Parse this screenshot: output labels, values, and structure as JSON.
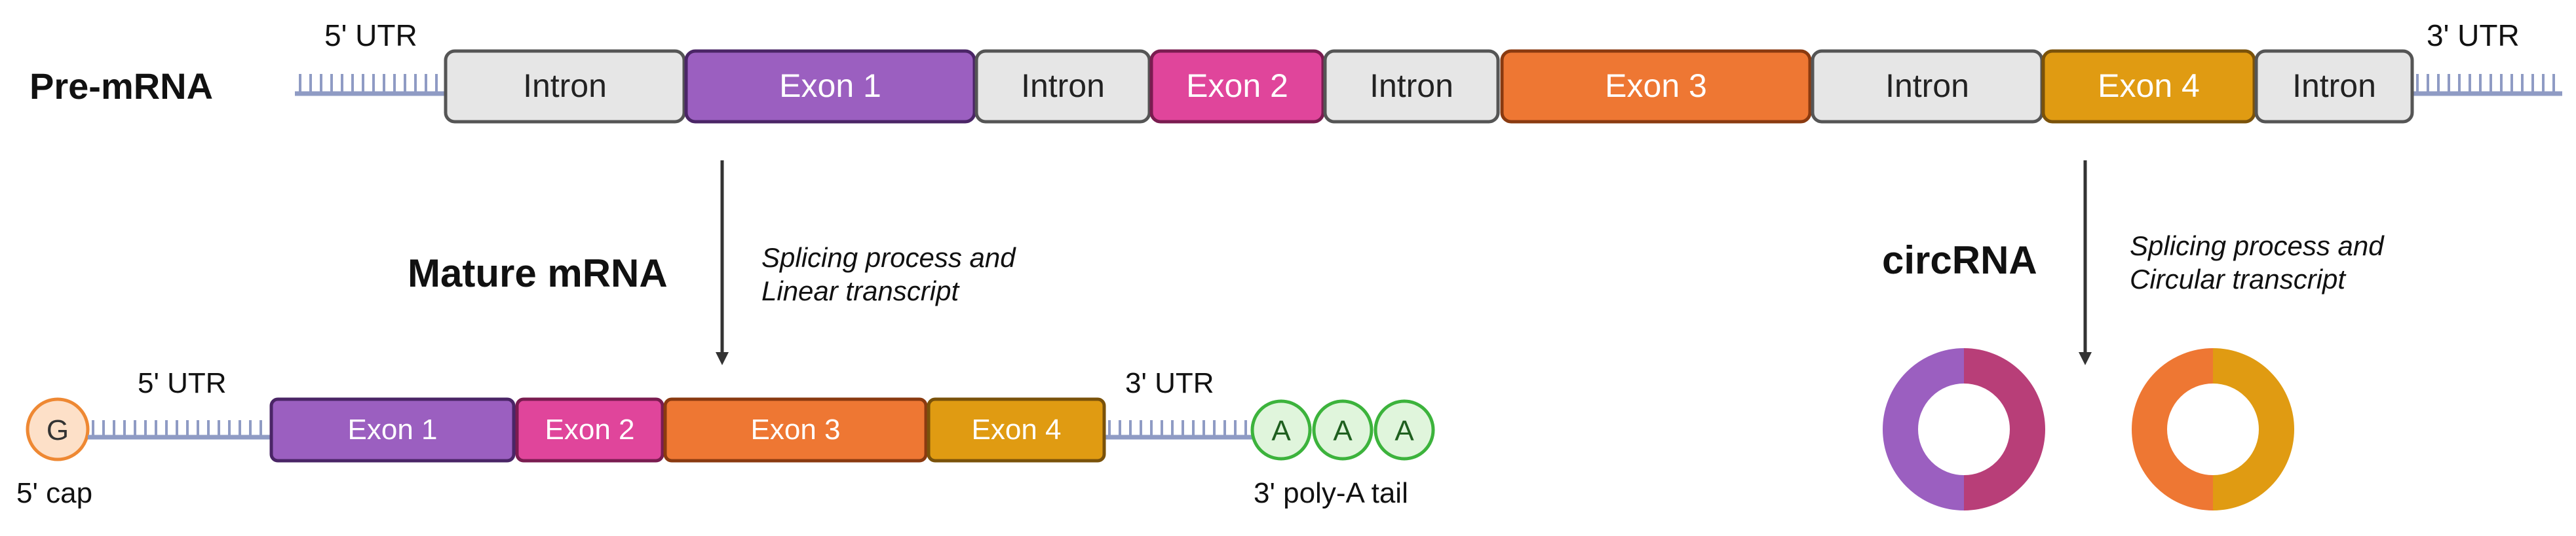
{
  "premrna": {
    "title": "Pre-mRNA",
    "utr5": "5' UTR",
    "utr3": "3' UTR",
    "segments": [
      {
        "label": "Intron",
        "kind": "intron"
      },
      {
        "label": "Exon 1",
        "kind": "exon1"
      },
      {
        "label": "Intron",
        "kind": "intron"
      },
      {
        "label": "Exon 2",
        "kind": "exon2"
      },
      {
        "label": "Intron",
        "kind": "intron"
      },
      {
        "label": "Exon 3",
        "kind": "exon3"
      },
      {
        "label": "Intron",
        "kind": "intron"
      },
      {
        "label": "Exon 4",
        "kind": "exon4"
      },
      {
        "label": "Intron",
        "kind": "intron"
      }
    ]
  },
  "mature": {
    "title": "Mature mRNA",
    "process_line1": "Splicing process and",
    "process_line2": "Linear transcript",
    "cap_letter": "G",
    "cap_label": "5' cap",
    "utr5": "5' UTR",
    "utr3": "3' UTR",
    "exons": [
      "Exon 1",
      "Exon 2",
      "Exon 3",
      "Exon 4"
    ],
    "polya": [
      "A",
      "A",
      "A"
    ],
    "polya_label": "3' poly-A tail"
  },
  "circ": {
    "title": "circRNA",
    "process_line1": "Splicing process and",
    "process_line2": "Circular transcript"
  },
  "colors": {
    "exon1": "#9b5fc0",
    "exon1_stroke": "#4a2566",
    "exon2": "#e0459b",
    "exon2_stroke": "#7a1c50",
    "exon3": "#ee7733",
    "exon3_stroke": "#8a3a10",
    "exon4": "#e09b12",
    "exon4_stroke": "#7a520a",
    "intron": "#e6e6e6",
    "intron_stroke": "#555555",
    "strand": "#8f9bc4",
    "cap_fill": "#fde0c8",
    "cap_stroke": "#ee8833",
    "polya_fill": "#e0f5dc",
    "polya_stroke": "#3cb33c",
    "ring1_a": "#9b5fc0",
    "ring1_b": "#b83e78",
    "ring2_a": "#ee7733",
    "ring2_b": "#e09b12"
  }
}
